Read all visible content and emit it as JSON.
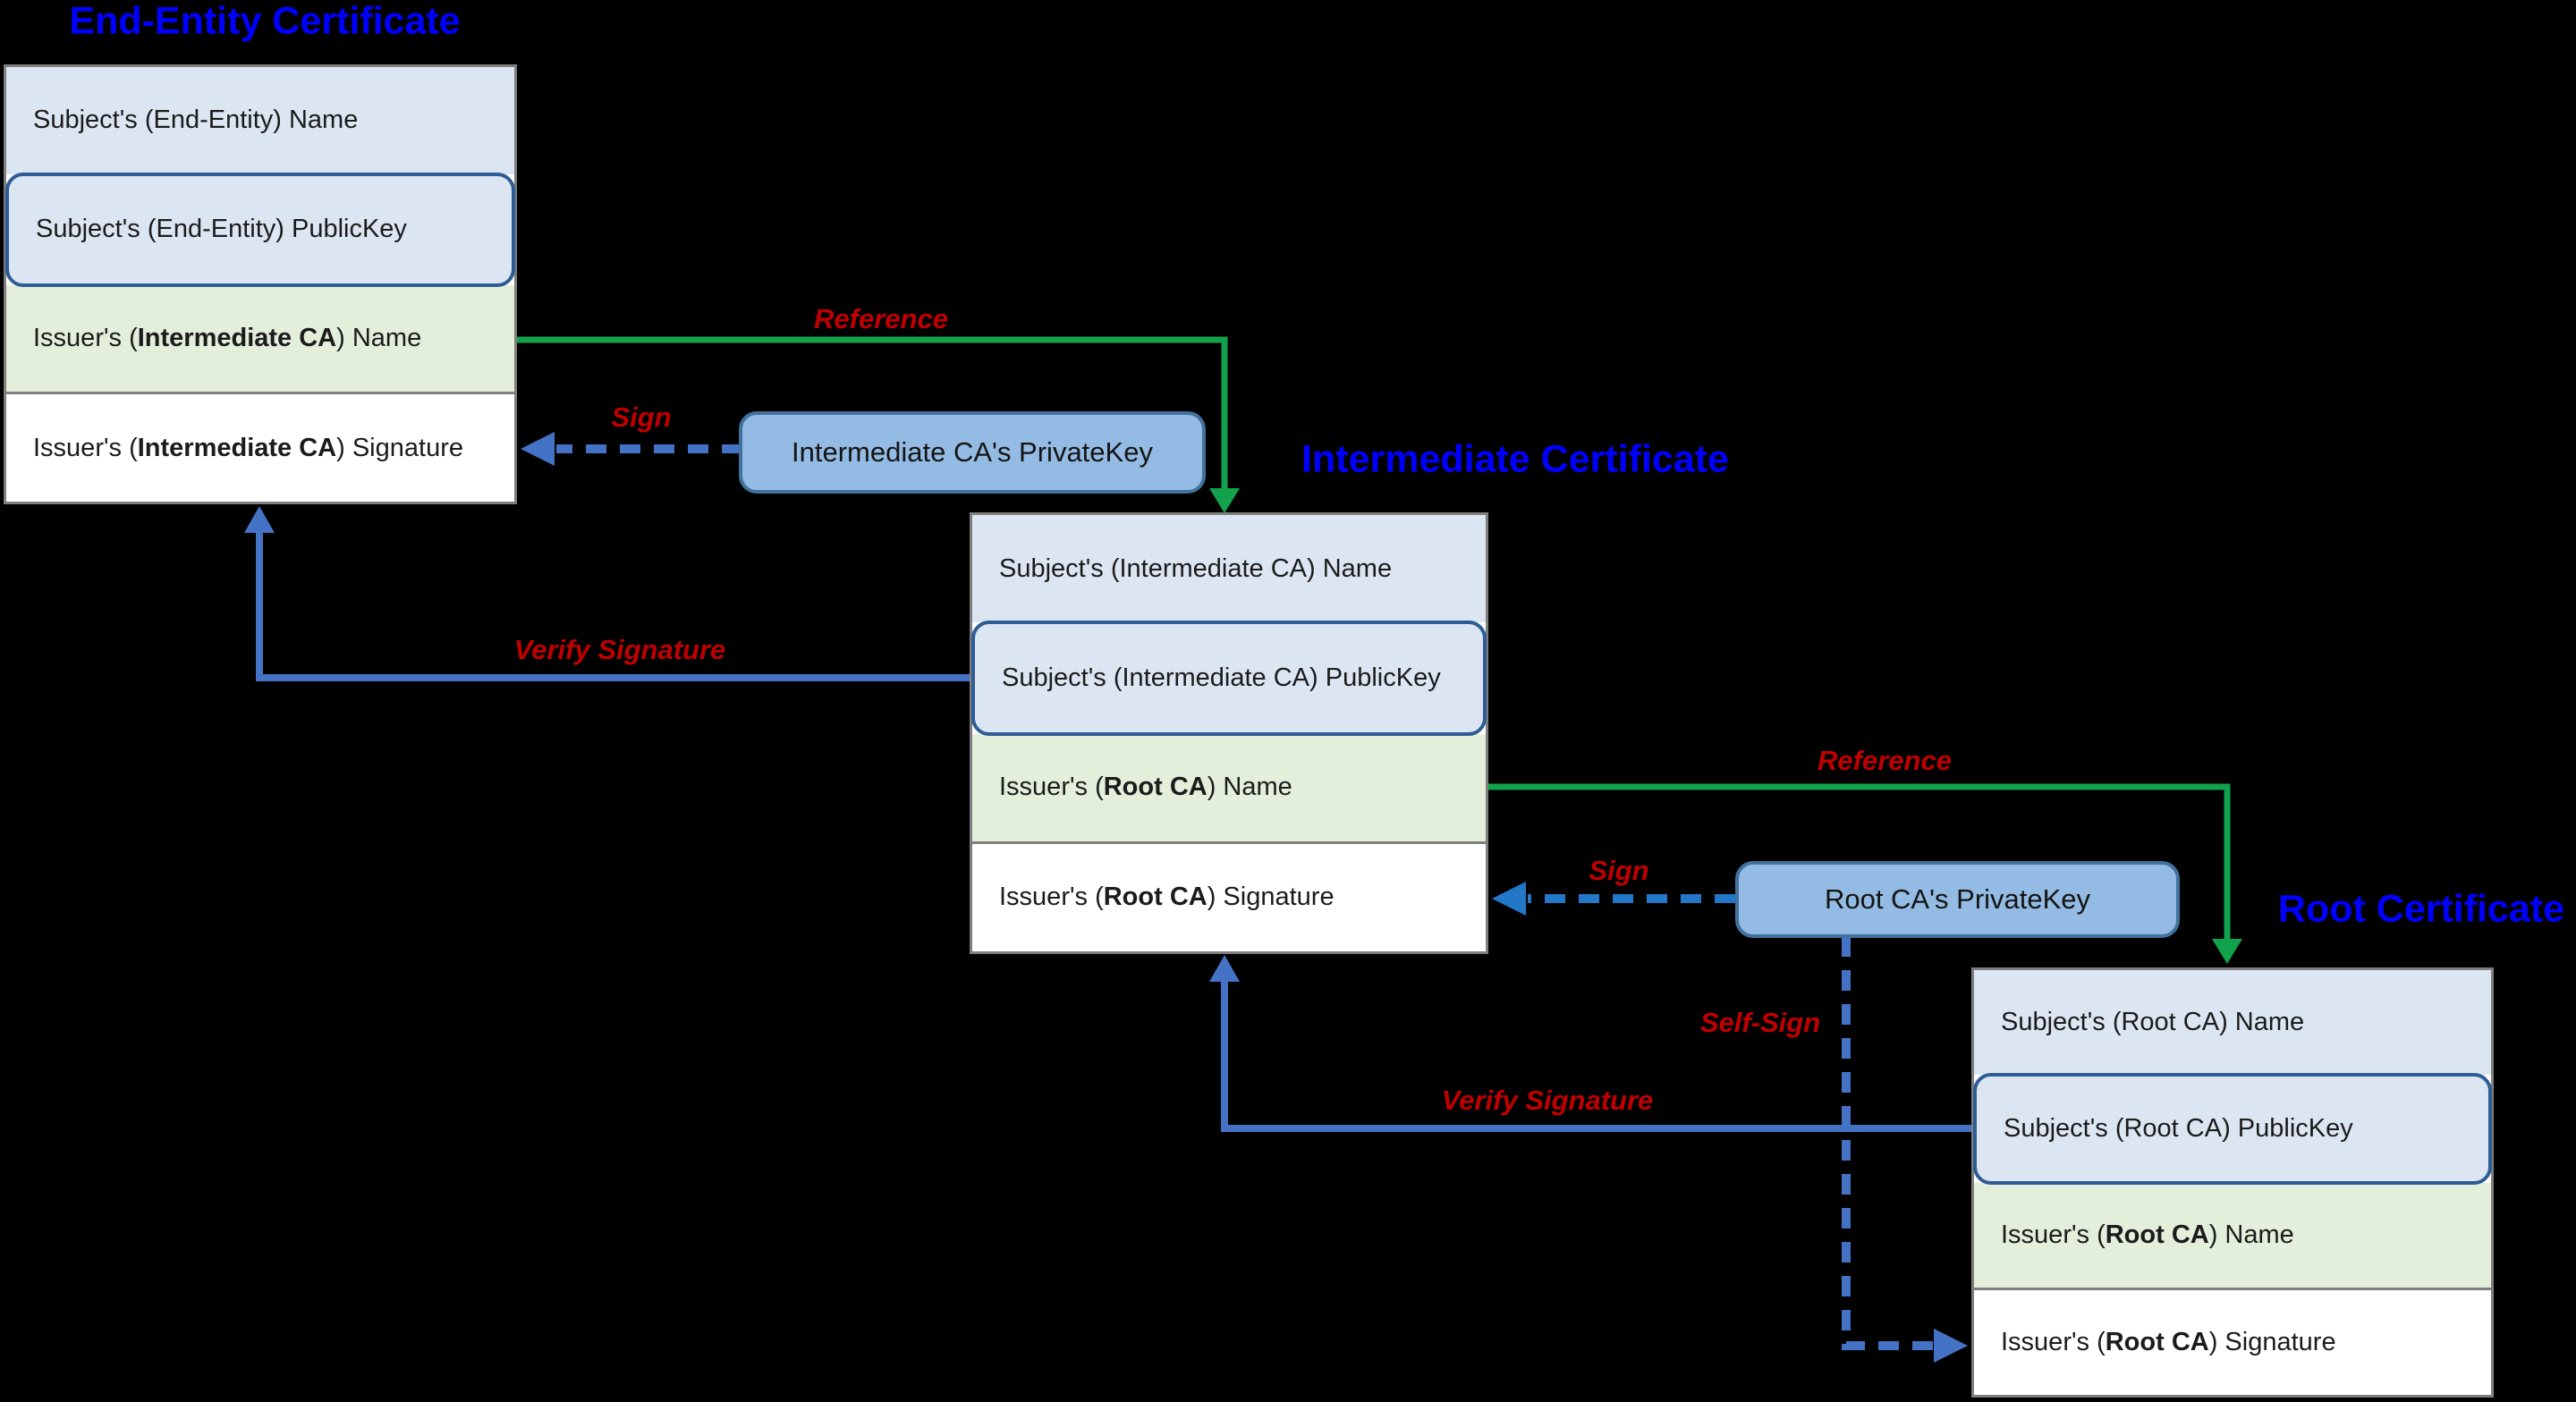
{
  "colors": {
    "background": "#000000",
    "certificate_title_blue": "#0000ff",
    "annotation_red": "#c00000",
    "reference_arrow_green": "#12a24b",
    "verify_arrow_blue": "#4472c4",
    "sign_arrow_blue": "#4472c4",
    "sign2_arrow_blue": "#2277c9",
    "selfsign_arrow_blue": "#4472c4",
    "row_name_fill": "#dce6f2",
    "row_issuer_fill": "#e3efda",
    "row_signature_fill": "#ffffff",
    "publickey_border_blue": "#2e5c94",
    "privatekey_fill": "#93bbe3",
    "privatekey_border": "#41719c",
    "box_border_gray": "#7f7f7f"
  },
  "certificates": [
    {
      "title": "End-Entity Certificate",
      "rows": [
        {
          "prefix": "Subject's (End-Entity) Name",
          "bold": "",
          "suffix": ""
        },
        {
          "prefix": "Subject's (End-Entity) PublicKey",
          "bold": "",
          "suffix": ""
        },
        {
          "prefix": "Issuer's (",
          "bold": "Intermediate CA",
          "suffix": ") Name"
        },
        {
          "prefix": "Issuer's (",
          "bold": "Intermediate CA",
          "suffix": ") Signature"
        }
      ]
    },
    {
      "title": "Intermediate Certificate",
      "rows": [
        {
          "prefix": "Subject's (Intermediate CA) Name",
          "bold": "",
          "suffix": ""
        },
        {
          "prefix": "Subject's (Intermediate CA) PublicKey",
          "bold": "",
          "suffix": ""
        },
        {
          "prefix": "Issuer's (",
          "bold": "Root CA",
          "suffix": ") Name"
        },
        {
          "prefix": "Issuer's (",
          "bold": "Root CA",
          "suffix": ") Signature"
        }
      ]
    },
    {
      "title": "Root Certificate",
      "rows": [
        {
          "prefix": "Subject's (Root CA) Name",
          "bold": "",
          "suffix": ""
        },
        {
          "prefix": "Subject's (Root CA) PublicKey",
          "bold": "",
          "suffix": ""
        },
        {
          "prefix": "Issuer's (",
          "bold": "Root CA",
          "suffix": ") Name"
        },
        {
          "prefix": "Issuer's (",
          "bold": "Root CA",
          "suffix": ") Signature"
        }
      ]
    }
  ],
  "private_keys": [
    {
      "label": "Intermediate CA's PrivateKey"
    },
    {
      "label": "Root CA's PrivateKey"
    }
  ],
  "annotations": {
    "reference1": "Reference",
    "sign1": "Sign",
    "verify1": "Verify Signature",
    "reference2": "Reference",
    "sign2": "Sign",
    "selfsign": "Self-Sign",
    "verify2": "Verify Signature"
  }
}
